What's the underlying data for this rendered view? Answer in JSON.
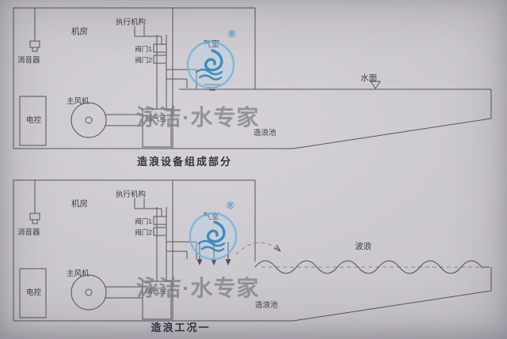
{
  "colors": {
    "background": "#c9c6cb",
    "line": "#57535c",
    "line_light": "#8b8893",
    "text": "#403c46",
    "caption": "#353240",
    "watermark_gray": "#7d7a85",
    "logo_dark": "#2a84bd",
    "logo_ring": "#74b6dd",
    "logo_fill": "#b4d6ea"
  },
  "watermark": {
    "text": "泳洁·水专家",
    "registered": "®"
  },
  "diagram_top": {
    "caption": "造浪设备组成部分",
    "labels": {
      "actuator": "执行机构",
      "machine_room": "机房",
      "muffler": "消音器",
      "valve1": "阀门1",
      "valve2": "阀门2",
      "electric_control": "电控",
      "main_fan": "主风机",
      "air_storage": "储气室",
      "air_chamber": "气室",
      "water_surface": "水面",
      "wave_pool": "造浪池"
    }
  },
  "diagram_bottom": {
    "caption": "造浪工况一",
    "labels": {
      "actuator": "执行机构",
      "machine_room": "机房",
      "muffler": "消音器",
      "valve1": "阀门1",
      "valve2": "阀门2",
      "electric_control": "电控",
      "main_fan": "主风机",
      "air_storage": "储气室",
      "air_chamber": "气室",
      "wave": "波浪",
      "wave_pool": "造浪池"
    }
  }
}
